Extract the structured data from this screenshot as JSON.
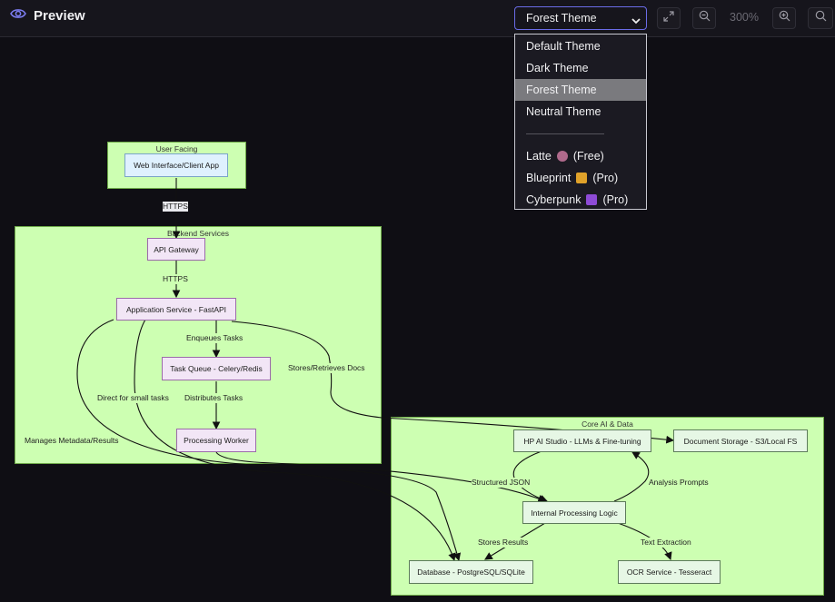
{
  "header": {
    "title": "Preview",
    "theme_select_value": "Forest Theme",
    "zoom_level": "300%"
  },
  "theme_menu": {
    "items": [
      {
        "label": "Default Theme"
      },
      {
        "label": "Dark Theme"
      },
      {
        "label": "Forest Theme",
        "selected": true
      },
      {
        "label": "Neutral Theme"
      }
    ],
    "premium_items": [
      {
        "label": "Latte",
        "tier": "(Free)",
        "badge_color": "#b06a8c"
      },
      {
        "label": "Blueprint",
        "tier": "(Pro)",
        "badge_color": "#e0a22a"
      },
      {
        "label": "Cyberpunk",
        "tier": "(Pro)",
        "badge_color": "#8e4bd6"
      }
    ]
  },
  "diagram": {
    "clusters": {
      "user_facing": "User Facing",
      "backend": "Backend Services",
      "core": "Core AI & Data"
    },
    "nodes": {
      "web": "Web Interface/Client App",
      "gateway": "API Gateway",
      "app": "Application Service - FastAPI",
      "queue": "Task Queue - Celery/Redis",
      "worker": "Processing Worker",
      "hp": "HP AI Studio - LLMs & Fine-tuning",
      "docstore": "Document Storage - S3/Local FS",
      "internal": "Internal Processing Logic",
      "db": "Database - PostgreSQL/SQLite",
      "ocr": "OCR Service - Tesseract"
    },
    "edge_labels": {
      "https1": "HTTPS",
      "https2": "HTTPS",
      "enqueue": "Enqueues Tasks",
      "distribute": "Distributes Tasks",
      "direct": "Direct for small tasks",
      "manages": "Manages Metadata/Results",
      "stores_docs": "Stores/Retrieves Docs",
      "structured": "Structured JSON",
      "analysis": "Analysis Prompts",
      "stores_results": "Stores Results",
      "text_extraction": "Text Extraction"
    }
  },
  "colors": {
    "accent": "#6b6ce8",
    "cluster_fill": "#cdffb2",
    "background": "#0f0e14"
  }
}
